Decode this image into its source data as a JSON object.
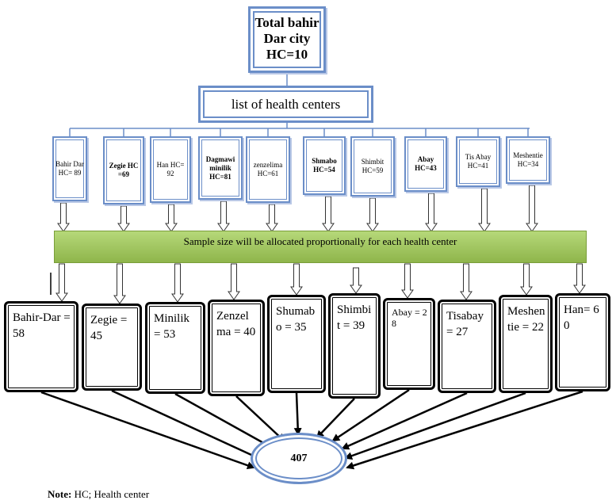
{
  "top": {
    "line1": "Total bahir",
    "line2": "Dar city",
    "line3": "HC=10"
  },
  "list_label": "list of health centers",
  "health_centers": [
    {
      "label": "Bahir Dar HC= 89"
    },
    {
      "label": "Zegie HC =69"
    },
    {
      "label": "Han HC= 92"
    },
    {
      "label": "Dagmawi minilik HC=81"
    },
    {
      "label": "zenzelima HC=61"
    },
    {
      "label": "Shmabo HC=54"
    },
    {
      "label": "Shimbit HC=59"
    },
    {
      "label": "Abay HC=43"
    },
    {
      "label": "Tis Abay HC=41"
    },
    {
      "label": "Meshentie HC=34"
    }
  ],
  "allocation_label": "Sample size will be allocated proportionally for each health center",
  "samples": [
    {
      "label": "Bahir-Dar = 58"
    },
    {
      "label": "Zegie = 45"
    },
    {
      "label": "Minilik = 53"
    },
    {
      "label": "Zenzelma = 40"
    },
    {
      "label": "Shumabo = 35"
    },
    {
      "label": "Shimbit = 39"
    },
    {
      "label": "Abay = 28"
    },
    {
      "label": "Tisabay = 27"
    },
    {
      "label": "Meshentie = 22"
    },
    {
      "label": "Han= 60"
    }
  ],
  "total": "407",
  "note": {
    "prefix": "Note:",
    "text": " HC; Health center"
  },
  "colors": {
    "box_border": "#6b8ec8",
    "band_top": "#b6d879",
    "band_bottom": "#8fb54b"
  }
}
